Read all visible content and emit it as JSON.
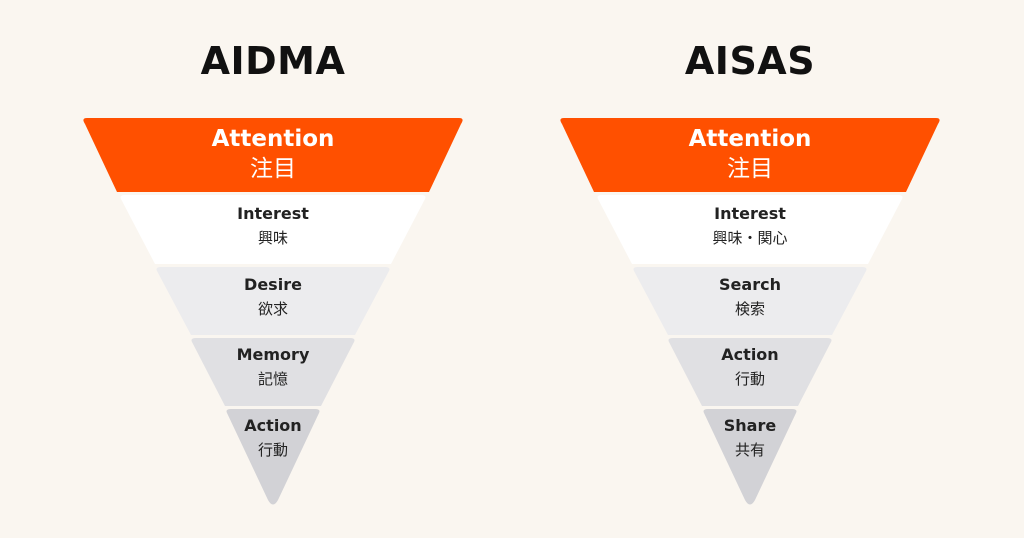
{
  "colors": {
    "background": "#faf6f0",
    "accent": "#ff5000",
    "stage2": "#ffffff",
    "stage3": "#ececee",
    "stage4": "#e0e0e3",
    "stage5": "#d2d2d6"
  },
  "aidma": {
    "title": "AIDMA",
    "stages": [
      {
        "en": "Attention",
        "jp": "注目"
      },
      {
        "en": "Interest",
        "jp": "興味"
      },
      {
        "en": "Desire",
        "jp": "欲求"
      },
      {
        "en": "Memory",
        "jp": "記憶"
      },
      {
        "en": "Action",
        "jp": "行動"
      }
    ]
  },
  "aisas": {
    "title": "AISAS",
    "stages": [
      {
        "en": "Attention",
        "jp": "注目"
      },
      {
        "en": "Interest",
        "jp": "興味・関心"
      },
      {
        "en": "Search",
        "jp": "検索"
      },
      {
        "en": "Action",
        "jp": "行動"
      },
      {
        "en": "Share",
        "jp": "共有"
      }
    ]
  }
}
